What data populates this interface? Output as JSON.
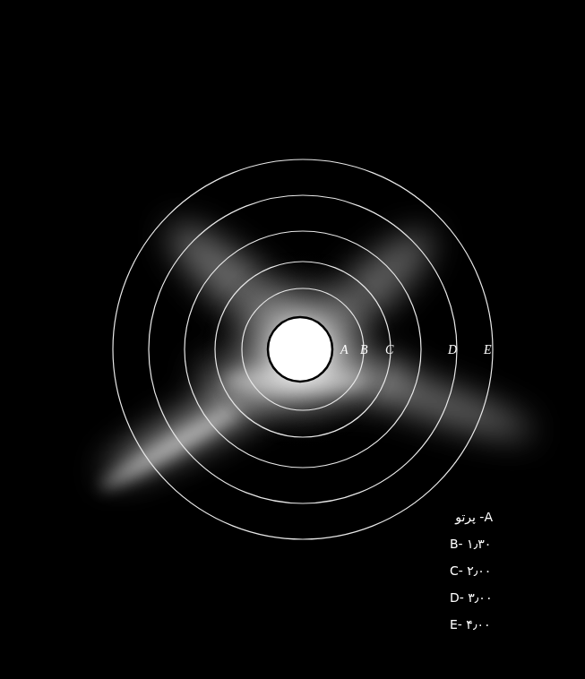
{
  "diagram": {
    "labels": [
      "A",
      "B",
      "C",
      "D",
      "E",
      "A- پرتو",
      "B- ۱٫۳۰",
      "C- ۲٫۰۰",
      "D- ۳٫۰۰",
      "E- ۴٫۰۰"
    ]
  }
}
